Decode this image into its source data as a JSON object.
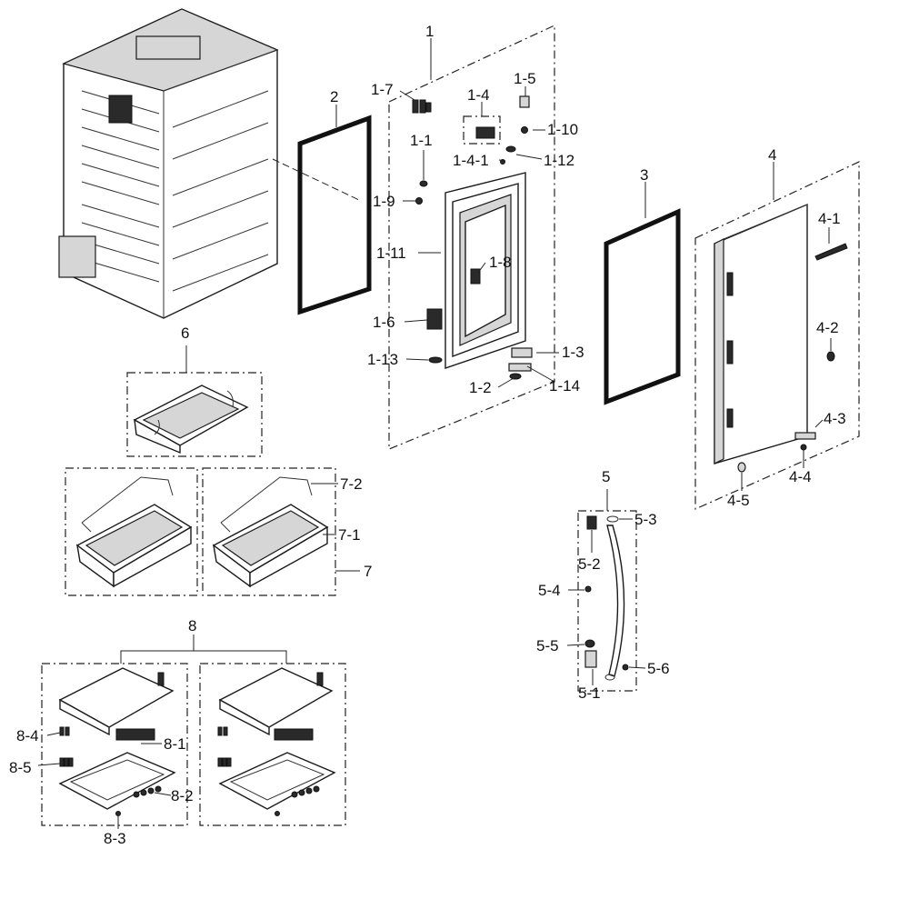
{
  "diagram": {
    "title": "",
    "colors": {
      "line": "#1a1a1a",
      "part_fill": "#ffffff",
      "shade": "#d6d6d6",
      "dark": "#2a2a2a"
    },
    "callouts": {
      "c1": "1",
      "c1_1": "1-1",
      "c1_2": "1-2",
      "c1_3": "1-3",
      "c1_4": "1-4",
      "c1_4_1": "1-4-1",
      "c1_5": "1-5",
      "c1_6": "1-6",
      "c1_7": "1-7",
      "c1_8": "1-8",
      "c1_9": "1-9",
      "c1_10": "1-10",
      "c1_11": "1-11",
      "c1_12": "1-12",
      "c1_13": "1-13",
      "c1_14": "1-14",
      "c2": "2",
      "c3": "3",
      "c4": "4",
      "c4_1": "4-1",
      "c4_2": "4-2",
      "c4_3": "4-3",
      "c4_4": "4-4",
      "c4_5": "4-5",
      "c5": "5",
      "c5_1": "5-1",
      "c5_2": "5-2",
      "c5_3": "5-3",
      "c5_4": "5-4",
      "c5_5": "5-5",
      "c5_6": "5-6",
      "c6": "6",
      "c7": "7",
      "c7_1": "7-1",
      "c7_2": "7-2",
      "c8": "8",
      "c8_1": "8-1",
      "c8_2": "8-2",
      "c8_3": "8-3",
      "c8_4": "8-4",
      "c8_5": "8-5"
    }
  }
}
